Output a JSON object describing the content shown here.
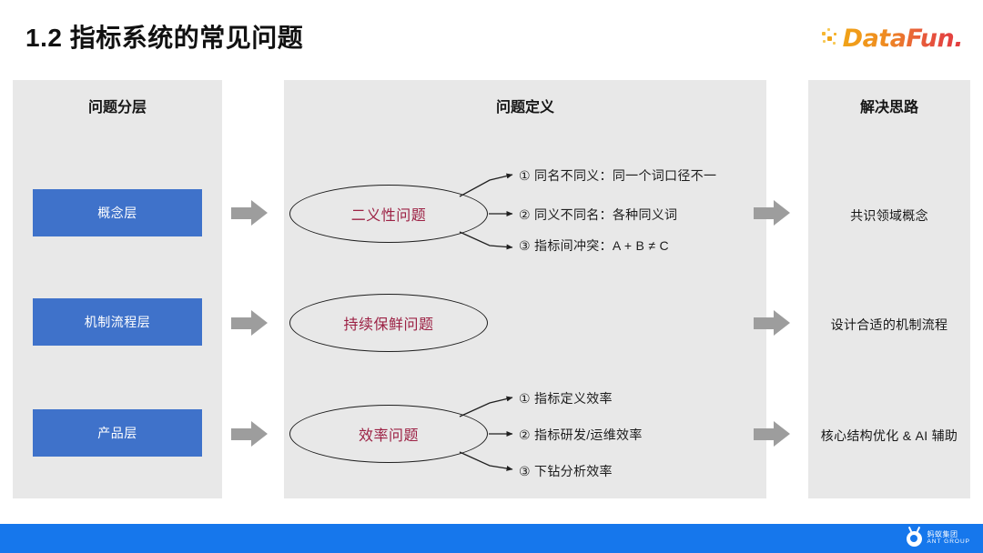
{
  "slide": {
    "title": "1.2 指标系统的常见问题",
    "brand": {
      "name": "DataFun.",
      "dots_icon": "datafun-dots-icon",
      "accent_start": "#f0a317",
      "accent_end": "#e33b3f"
    },
    "footer": {
      "bar_color": "#1677ec",
      "logo_cn": "蚂蚁集团",
      "logo_en": "ANT GROUP"
    }
  },
  "panels": {
    "left": {
      "header": "问题分层"
    },
    "middle": {
      "header": "问题定义"
    },
    "right": {
      "header": "解决思路"
    }
  },
  "layers": [
    {
      "label": "概念层",
      "color": "#3f72ca"
    },
    {
      "label": "机制流程层",
      "color": "#3f72ca"
    },
    {
      "label": "产品层",
      "color": "#3f72ca"
    }
  ],
  "problems": [
    {
      "label": "二义性问题",
      "color": "#9c2144",
      "details": [
        "① 同名不同义：同一个词口径不一",
        "② 同义不同名：各种同义词",
        "③ 指标间冲突：A + B ≠ C"
      ]
    },
    {
      "label": "持续保鲜问题",
      "color": "#9c2144",
      "details": []
    },
    {
      "label": "效率问题",
      "color": "#9c2144",
      "details": [
        "① 指标定义效率",
        "② 指标研发/运维效率",
        "③ 下钻分析效率"
      ]
    }
  ],
  "solutions": [
    "共识领域概念",
    "设计合适的机制流程",
    "核心结构优化 & AI 辅助"
  ],
  "arrows": {
    "chevron_color": "#9d9d9d",
    "icon": "chevron-right-icon"
  }
}
